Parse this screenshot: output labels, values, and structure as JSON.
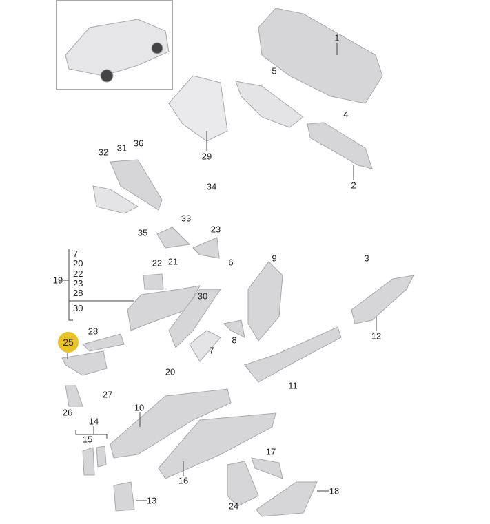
{
  "diagram": {
    "callouts": [
      "1",
      "2",
      "3",
      "4",
      "5",
      "6",
      "7",
      "8",
      "9",
      "10",
      "11",
      "12",
      "13",
      "14",
      "15",
      "16",
      "17",
      "18",
      "19",
      "20",
      "21",
      "22",
      "23",
      "24",
      "25",
      "26",
      "27",
      "28",
      "29",
      "30",
      "31",
      "32",
      "33",
      "34",
      "35",
      "36"
    ],
    "group_19": [
      "7",
      "20",
      "22",
      "23",
      "28",
      "30"
    ],
    "highlighted": "25",
    "highlight_color": "#e8c32c",
    "part_color": "#d4d4d6"
  }
}
